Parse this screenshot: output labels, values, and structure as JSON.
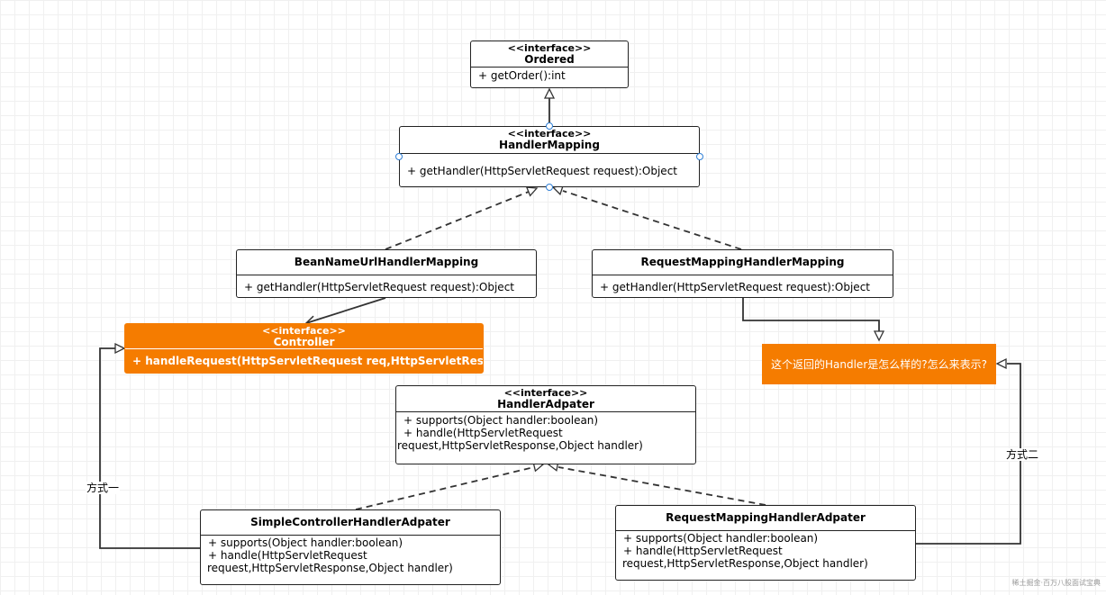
{
  "boxes": {
    "ordered": {
      "stereotype": "<<interface>>",
      "name": "Ordered",
      "methods": [
        "+ getOrder():int"
      ]
    },
    "handler_mapping": {
      "stereotype": "<<interface>>",
      "name": "HandlerMapping",
      "methods": [
        "+ getHandler(HttpServletRequest request):Object"
      ]
    },
    "bean_name": {
      "name": "BeanNameUrlHandlerMapping",
      "methods": [
        "+ getHandler(HttpServletRequest request):Object"
      ]
    },
    "request_mapping": {
      "name": "RequestMappingHandlerMapping",
      "methods": [
        "+ getHandler(HttpServletRequest request):Object"
      ]
    },
    "controller": {
      "stereotype": "<<interface>>",
      "name": "Controller",
      "methods": [
        "+ handleRequest(HttpServletRequest req,HttpServletResponse resp)"
      ]
    },
    "handler_adapter": {
      "stereotype": "<<interface>>",
      "name": "HandlerAdpater",
      "methods": [
        "+ supports(Object handler:boolean)",
        "+ handle(HttpServletRequest",
        "request,HttpServletResponse,Object handler)"
      ]
    },
    "simple_adapter": {
      "name": "SimpleControllerHandlerAdpater",
      "methods": [
        "+ supports(Object handler:boolean)",
        "+ handle(HttpServletRequest",
        "request,HttpServletResponse,Object handler)"
      ]
    },
    "rm_adapter": {
      "name": "RequestMappingHandlerAdpater",
      "methods": [
        "+ supports(Object handler:boolean)",
        "+ handle(HttpServletRequest",
        "request,HttpServletResponse,Object handler)"
      ]
    }
  },
  "note": "这个返回的Handler是怎么样的?怎么来表示?",
  "edge_labels": {
    "way_one": "方式一",
    "way_two": "方式二"
  },
  "watermark": "稀土掘金·百万八股面试宝典",
  "colors": {
    "accent": "#f57c00",
    "line": "#333333",
    "handle": "#2f7fd6"
  }
}
